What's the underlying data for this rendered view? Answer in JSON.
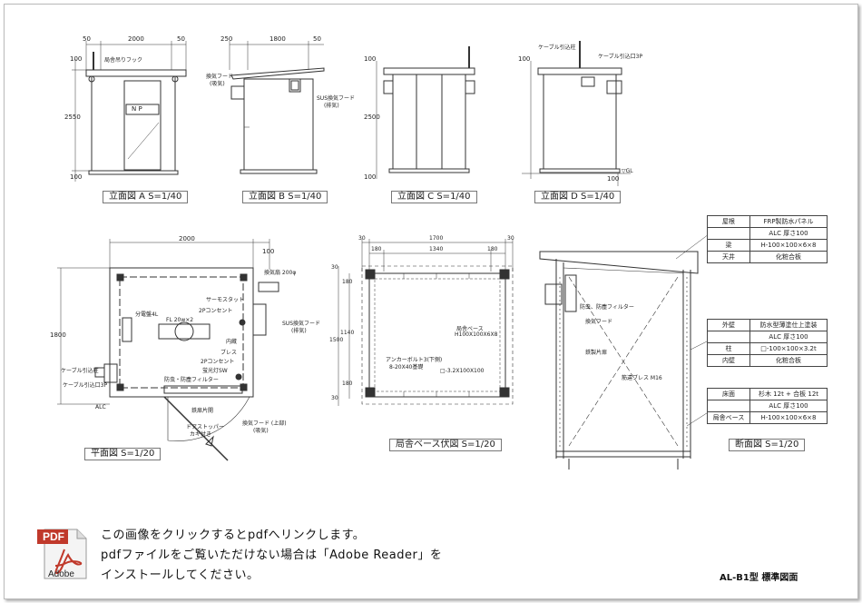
{
  "caption": {
    "line1": "この画像をクリックするとpdfへリンクします。",
    "line2": "pdfファイルをご覧いただけない場合は「Adobe Reader」を",
    "line3": "インストールしてください。"
  },
  "model_label": "AL-B1型  標準図面",
  "pdf_icon": {
    "badge": "PDF",
    "brand": "Adobe",
    "accent": "#c0392b"
  },
  "elevations": {
    "a": {
      "caption": "立面図 A S=1/40",
      "dims": [
        "50",
        "2000",
        "50",
        "100",
        "2550",
        "100"
      ],
      "hook": "局舎吊りフック",
      "plate": "N  P"
    },
    "b": {
      "caption": "立面図 B S=1/40",
      "dims": [
        "250",
        "1800",
        "50"
      ],
      "hood1": "換気フード",
      "hood1b": "(吸気)",
      "hood2": "SUS換気フード",
      "hood2b": "(排気)"
    },
    "c": {
      "caption": "立面図 C S=1/40",
      "dims": [
        "100",
        "2500",
        "100"
      ]
    },
    "d": {
      "caption": "立面図 D S=1/40",
      "dims": [
        "100",
        "100"
      ],
      "cable1": "ケーブル引込柱",
      "cable2": "ケーブル引込口3P",
      "gl": "▽GL"
    }
  },
  "plan": {
    "caption": "平面図 S=1/20",
    "dims": [
      "2000",
      "100",
      "1800"
    ],
    "labels": {
      "vent": "換気扇 200φ",
      "thermo": "サーモスタット",
      "outlet1": "2Pコンセント",
      "light": "FL 20w×2",
      "panel": "分電盤4L",
      "sus": "SUS換気フード",
      "sus_b": "(排気)",
      "kuda": "内蔵",
      "brace": "ブレス",
      "outlet2": "2Pコンセント",
      "switch": "蛍光灯SW",
      "filter": "防虫・防塵フィルター",
      "cable_post": "ケーブル引込柱",
      "cable_port": "ケーブル引込口3P",
      "alc": "ALC",
      "door": "鉄扉片開",
      "stopper": "ドアストッパー",
      "stopper_b": "カギ付き",
      "hood": "換気フード (上部)",
      "hood_b": "(吸気)"
    }
  },
  "base": {
    "caption": "局舎ベース伏図 S=1/20",
    "dims_top": [
      "30",
      "1700",
      "30",
      "180",
      "1340",
      "180"
    ],
    "dims_left": [
      "30",
      "180",
      "1140",
      "1500",
      "180",
      "30"
    ],
    "labels": {
      "base": "局舎ベース",
      "base_b": "H100X100X6X8",
      "anchor": "アンカーボルト3(下側)",
      "anchor_b": "8-20X40基礎",
      "square": "□-3.2X100X100"
    }
  },
  "section": {
    "caption": "断面図 S=1/20",
    "labels": {
      "filter": "防虫、防塵フィルター",
      "hood": "換気フード",
      "door": "鉄製片扉",
      "brace": "筋違ブレス M16"
    },
    "roof_table": [
      [
        "屋根",
        "FRP製防水パネル"
      ],
      [
        "",
        "ALC  厚さ100"
      ],
      [
        "梁",
        "H-100×100×6×8"
      ],
      [
        "天井",
        "化粧合板"
      ]
    ],
    "wall_table": [
      [
        "外壁",
        "防水型薄塗仕上塗装"
      ],
      [
        "",
        "ALC  厚さ100"
      ],
      [
        "柱",
        "□-100×100×3.2t"
      ],
      [
        "内壁",
        "化粧合板"
      ]
    ],
    "floor_table": [
      [
        "床面",
        "杉木 12t + 合板 12t"
      ],
      [
        "",
        "ALC  厚さ100"
      ],
      [
        "局舎ベース",
        "H-100×100×6×8"
      ]
    ]
  }
}
